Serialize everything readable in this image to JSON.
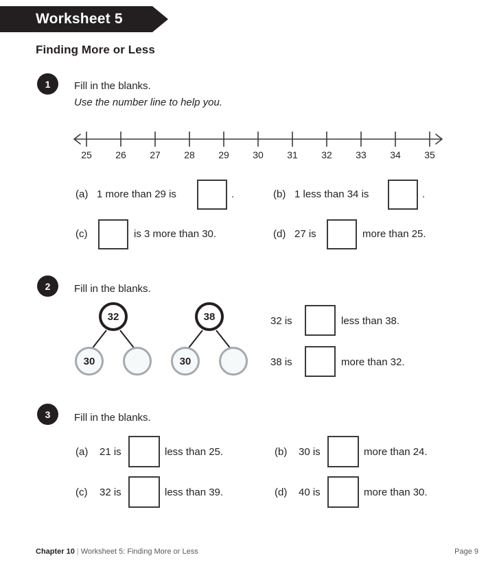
{
  "header": {
    "banner_title": "Worksheet 5",
    "section_title": "Finding More or Less"
  },
  "questions": [
    {
      "number": "1",
      "stem_line1": "Fill in the blanks.",
      "stem_line2": "Use the number line to help you.",
      "number_line": {
        "start": 25,
        "end": 35,
        "ticks": [
          "25",
          "26",
          "27",
          "28",
          "29",
          "30",
          "31",
          "32",
          "33",
          "34",
          "35"
        ],
        "left_arrow": true,
        "right_arrow": true
      },
      "parts": [
        {
          "label": "(a)",
          "before": "1 more than 29 is",
          "after": ".",
          "answer": ""
        },
        {
          "label": "(b)",
          "before": "1 less than 34 is",
          "after": ".",
          "answer": ""
        },
        {
          "label": "(c)",
          "before": "",
          "after": "is 3 more than 30.",
          "answer": ""
        },
        {
          "label": "(d)",
          "before": "27 is",
          "after": "more than 25.",
          "answer": ""
        }
      ]
    },
    {
      "number": "2",
      "stem_line1": "Fill in the blanks.",
      "bonds": [
        {
          "whole": "32",
          "part_left": "30",
          "part_right": ""
        },
        {
          "whole": "38",
          "part_left": "30",
          "part_right": ""
        }
      ],
      "statements": [
        {
          "before": "32 is",
          "after": "less than 38.",
          "answer": ""
        },
        {
          "before": "38 is",
          "after": "more than 32.",
          "answer": ""
        }
      ]
    },
    {
      "number": "3",
      "stem_line1": "Fill in the blanks.",
      "parts": [
        {
          "label": "(a)",
          "before": "21 is",
          "after": "less than 25.",
          "answer": ""
        },
        {
          "label": "(b)",
          "before": "30 is",
          "after": "more than 24.",
          "answer": ""
        },
        {
          "label": "(c)",
          "before": "32 is",
          "after": "less than 39.",
          "answer": ""
        },
        {
          "label": "(d)",
          "before": "40 is",
          "after": "more than 30.",
          "answer": ""
        }
      ]
    }
  ],
  "footer": {
    "chapter": "Chapter 10",
    "separator": "|",
    "title": "Worksheet 5: Finding More or Less",
    "page": "Page 9"
  },
  "colors": {
    "ink": "#231f20",
    "box_border": "#3a3a3c",
    "circle_gray": "#a7a9ac",
    "circle_fill": "#f6f9fa",
    "footer_text": "#58595b"
  }
}
